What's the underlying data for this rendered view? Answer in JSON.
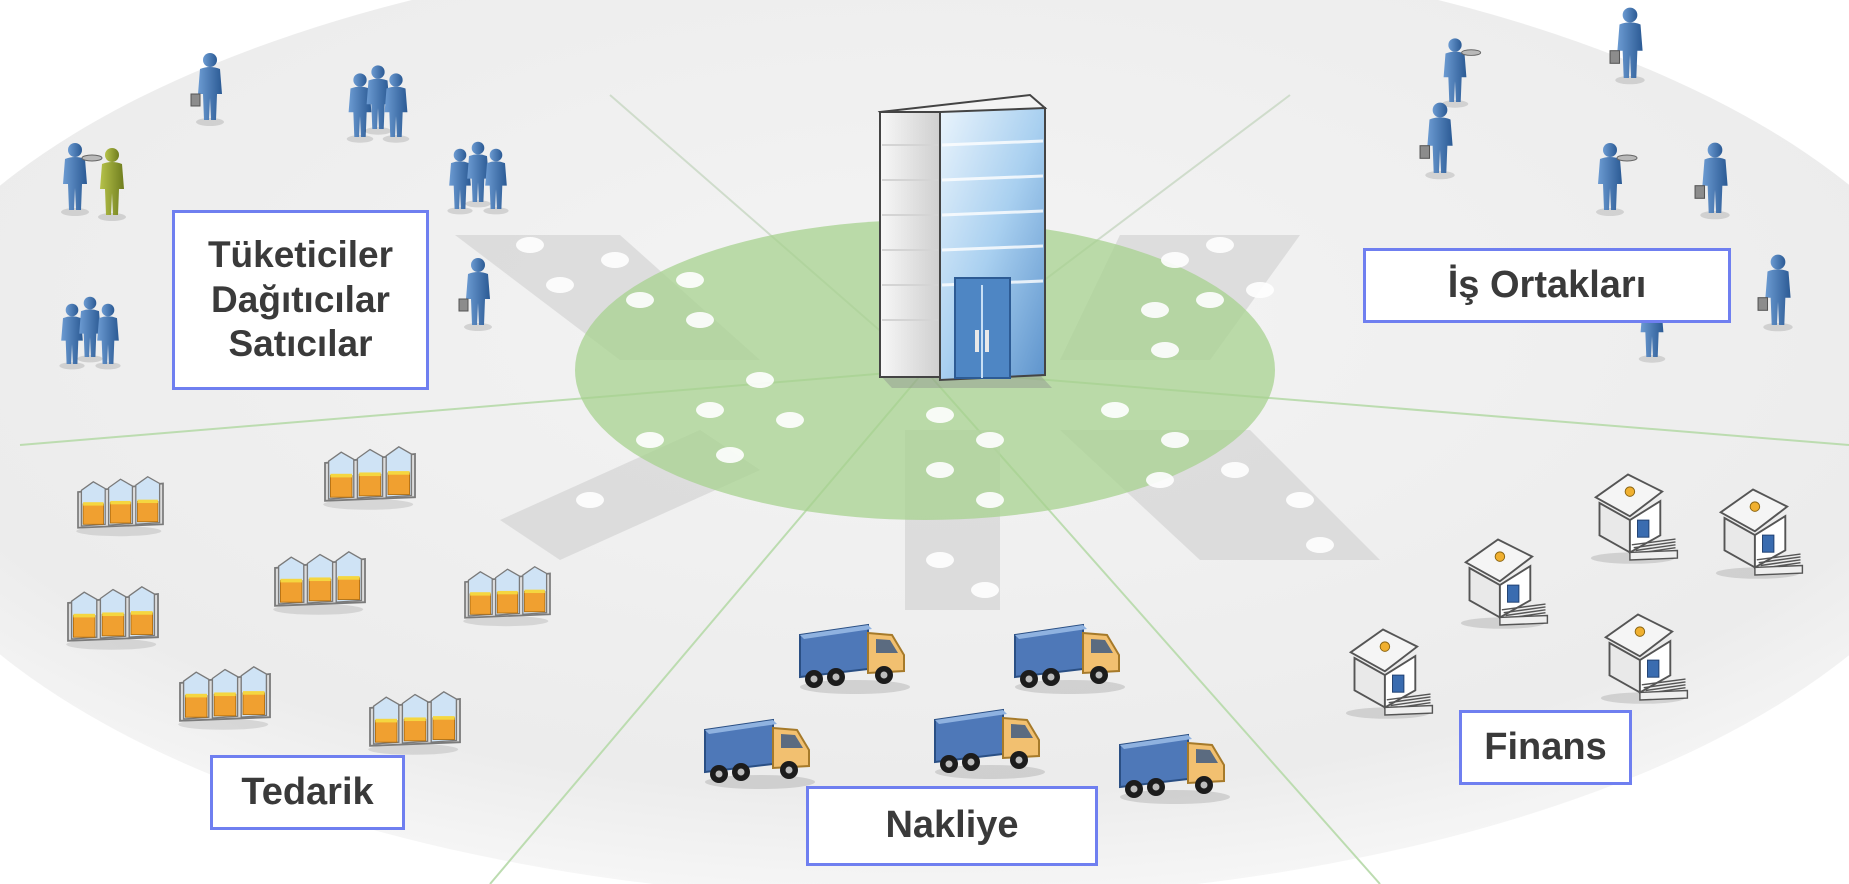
{
  "groups": {
    "consumers": {
      "lines": [
        "Tüketiciler",
        "Dağıtıcılar",
        "Satıcılar"
      ]
    },
    "partners": {
      "label": "İş Ortakları"
    },
    "supply": {
      "label": "Tedarik"
    },
    "shipping": {
      "label": "Nakliye"
    },
    "finance": {
      "label": "Finans"
    }
  },
  "colors": {
    "hub_disc": "#a7d18f",
    "box_border": "#6f7ff0",
    "label_text": "#3a3a3a",
    "person_blue": "#3e6aa6",
    "person_green": "#8a9a2b",
    "factory_orange": "#f0a030",
    "truck_blue": "#4e78b8",
    "truck_cab": "#f2c070"
  },
  "icons": [
    "building-icon",
    "person-icon",
    "factory-icon",
    "truck-icon",
    "bank-icon"
  ]
}
